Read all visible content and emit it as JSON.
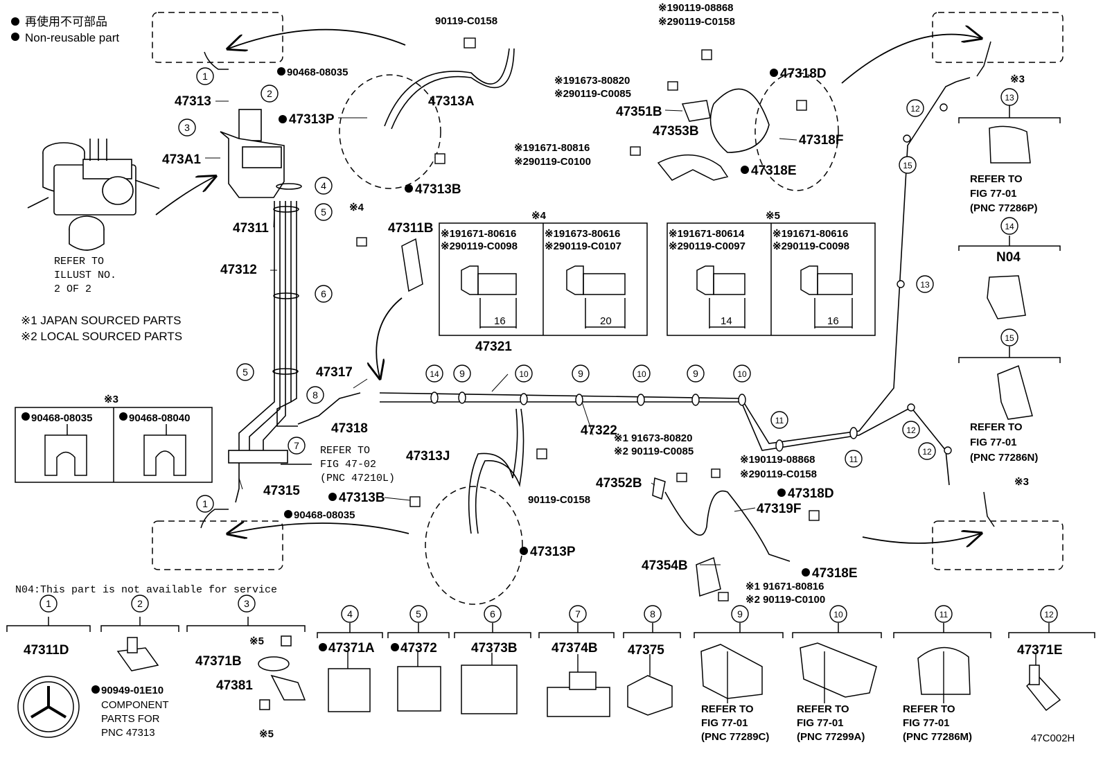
{
  "legend": {
    "line_jp": "再使用不可部品",
    "line_en": "Non-reusable part"
  },
  "source_notes": [
    "※1 JAPAN SOURCED PARTS",
    "※2 LOCAL SOURCED PARTS"
  ],
  "service_note": "N04:This part is not available for service",
  "figure_code": "47C002H",
  "refer_illust": [
    "REFER TO",
    "ILLUST NO.",
    "2 OF 2"
  ],
  "upper_parts": {
    "p47313": "47313",
    "p473A1": "473A1",
    "p47311": "47311",
    "p47312": "47312",
    "p90468_top": "90468-08035",
    "p90119_c0158_top": "90119-C0158",
    "p47313A": "47313A",
    "p47313P_top": "47313P",
    "p47313B_top": "47313B",
    "p47311B": "47311B",
    "p47317": "47317",
    "p47318": "47318",
    "p47321": "47321",
    "p47322": "47322",
    "p47313J": "47313J",
    "p90119_c0158_mid": "90119-C0158",
    "p47313B_bot": "47313B",
    "p47313P_bot": "47313P",
    "p47315": "47315",
    "p90468_bot": "90468-08035",
    "p47352B": "47352B",
    "p47318D_bot": "47318D",
    "p47319F": "47319F",
    "p47354B": "47354B",
    "p47318E_bot": "47318E",
    "p47351B": "47351B",
    "p47353B": "47353B",
    "p47318D_top": "47318D",
    "p47318F": "47318F",
    "p47318E_top": "47318E",
    "mark4": "※4",
    "mark3": "※3",
    "mark3b": "※3",
    "refer_47": [
      "REFER TO",
      "FIG 47-02",
      "(PNC 47210L)"
    ]
  },
  "bolt_notes": {
    "top_center_1": "※190119-08868",
    "top_center_2": "※290119-C0158",
    "left1_1": "※191673-80820",
    "left1_2": "※290119-C0085",
    "left2_1": "※191671-80816",
    "left2_2": "※290119-C0100",
    "mid1_1": "※1 91673-80820",
    "mid1_2": "※2 90119-C0085",
    "mid2_1": "※190119-08868",
    "mid2_2": "※290119-C0158",
    "bot_1": "※1 91671-80816",
    "bot_2": "※2 90119-C0100"
  },
  "box4": {
    "title": "※4",
    "left": {
      "l1": "※191671-80616",
      "l2": "※290119-C0098",
      "dim": "16"
    },
    "right": {
      "l1": "※191673-80616",
      "l2": "※290119-C0107",
      "dim": "20"
    }
  },
  "box5": {
    "title": "※5",
    "left": {
      "l1": "※191671-80614",
      "l2": "※290119-C0097",
      "dim": "14"
    },
    "right": {
      "l1": "※191671-80616",
      "l2": "※290119-C0098",
      "dim": "16"
    }
  },
  "box3": {
    "title": "※3",
    "left": "90468-08035",
    "right": "90468-08040"
  },
  "right_panel": {
    "c13": "13",
    "c14": "14",
    "c15": "15",
    "n04": "N04",
    "refer13": [
      "REFER TO",
      "FIG 77-01",
      "(PNC 77286P)"
    ],
    "refer15": [
      "REFER TO",
      "FIG 77-01",
      "(PNC 77286N)"
    ]
  },
  "bottom_row": [
    {
      "num": "1",
      "part": "47311D"
    },
    {
      "num": "2",
      "part": "90949-01E10",
      "note": [
        "COMPONENT",
        "PARTS FOR",
        "PNC 47313"
      ]
    },
    {
      "num": "3",
      "part_a": "47371B",
      "part_b": "47381",
      "mark": "※5"
    },
    {
      "num": "4",
      "part": "47371A"
    },
    {
      "num": "5",
      "part": "47372"
    },
    {
      "num": "6",
      "part": "47373B"
    },
    {
      "num": "7",
      "part": "47374B"
    },
    {
      "num": "8",
      "part": "47375"
    },
    {
      "num": "9",
      "refer": [
        "REFER TO",
        "FIG 77-01",
        "(PNC 77289C)"
      ]
    },
    {
      "num": "10",
      "refer": [
        "REFER TO",
        "FIG 77-01",
        "(PNC 77299A)"
      ]
    },
    {
      "num": "11",
      "refer": [
        "REFER TO",
        "FIG 77-01",
        "(PNC 77286M)"
      ]
    },
    {
      "num": "12",
      "part": "47371E"
    }
  ],
  "callouts": {
    "one": "1",
    "two": "2",
    "three": "3",
    "four": "4",
    "five": "5",
    "six": "6",
    "seven": "7",
    "eight": "8",
    "nine": "9",
    "ten": "10",
    "eleven": "11",
    "twelve": "12",
    "thirteen": "13",
    "fourteen": "14",
    "fifteen": "15"
  }
}
